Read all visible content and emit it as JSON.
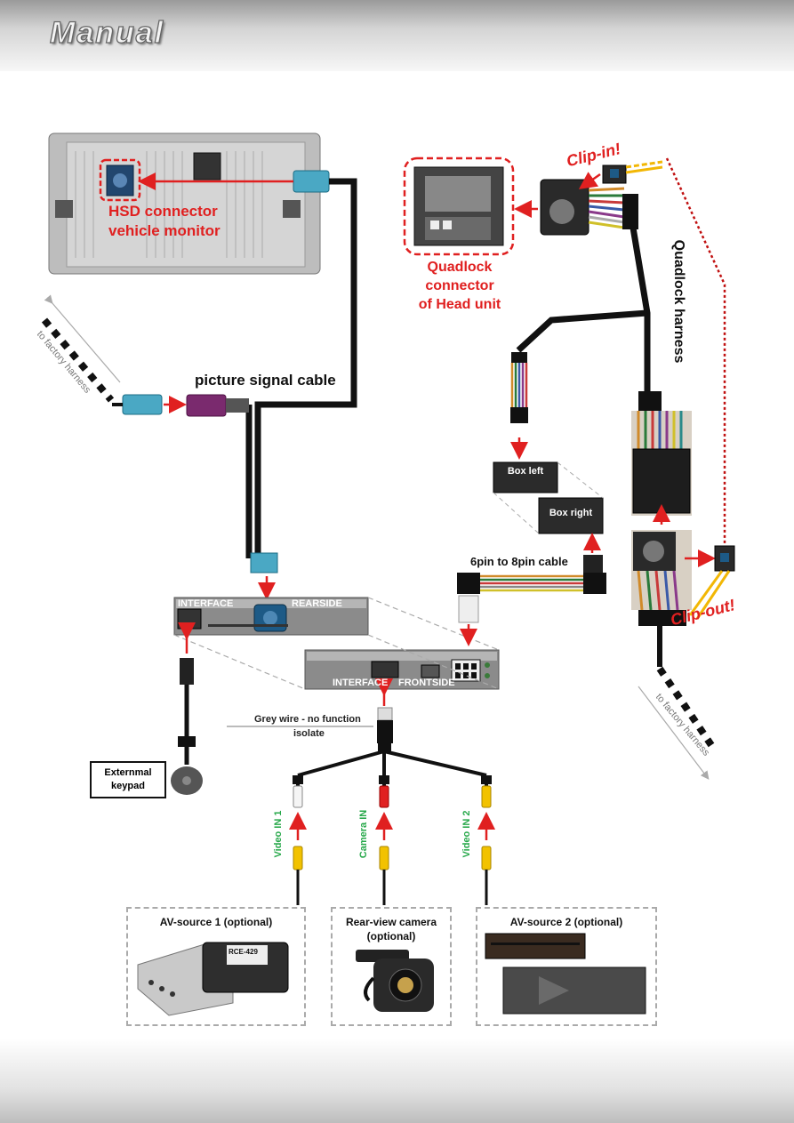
{
  "header": {
    "title": "Manual"
  },
  "labels": {
    "hsd_connector": "HSD connector",
    "vehicle_monitor": "vehicle monitor",
    "factory_harness_left": "to factory harness",
    "picture_signal_cable": "picture signal cable",
    "clip_in": "Clip-in!",
    "quadlock_connector": "Quadlock",
    "quadlock_connector_2": "connector",
    "quadlock_connector_3": "of Head unit",
    "quadlock_harness": "Quadlock harness",
    "box_left": "Box left",
    "box_right": "Box right",
    "cable_6to8": "6pin to 8pin cable",
    "interface_rearside_1": "INTERFACE",
    "interface_rearside_2": "REARSIDE",
    "interface_frontside_1": "INTERFACE",
    "interface_frontside_2": "FRONTSIDE",
    "clip_out": "Clip-out!",
    "factory_harness_right": "to factory harness",
    "grey_wire_1": "Grey wire - no function",
    "grey_wire_2": "isolate",
    "keypad_1": "Externmal",
    "keypad_2": "keypad",
    "video_in_1": "Video IN 1",
    "camera_in": "Camera IN",
    "video_in_2": "Video IN 2",
    "av_source_1": "AV-source 1 (optional)",
    "rear_camera_1": "Rear-view camera",
    "rear_camera_2": "(optional)",
    "av_source_2": "AV-source 2 (optional)",
    "product_label": "RCE-429"
  },
  "colors": {
    "accent_red": "#e02020",
    "cable_black": "#111111",
    "label_green": "#27a84a",
    "dashed_grey": "#aaaaaa",
    "clip_yellow": "#f2b705"
  }
}
